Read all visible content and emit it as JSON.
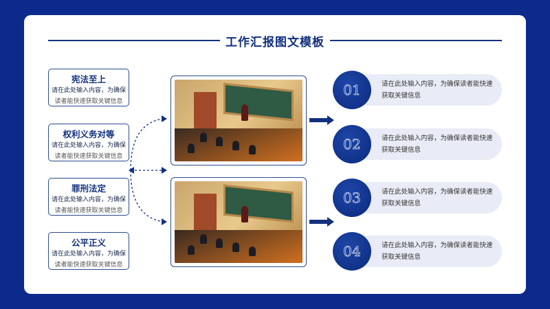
{
  "title": "工作汇报图文模板",
  "left_items": [
    {
      "heading": "宪法至上",
      "line1": "请在此处输入内容，为确保",
      "line2": "读者能快速获取关键信息"
    },
    {
      "heading": "权利义务对等",
      "line1": "请在此处输入内容，为确保",
      "line2": "读者能快速获取关键信息"
    },
    {
      "heading": "罪刑法定",
      "line1": "请在此处输入内容，为确保",
      "line2": "读者能快速获取关键信息"
    },
    {
      "heading": "公平正义",
      "line1": "请在此处输入内容，为确保",
      "line2": "读者能快速获取关键信息"
    }
  ],
  "right_items": [
    {
      "number": "01",
      "text": "请在此处输入内容，为确保读者能快速获取关键信息"
    },
    {
      "number": "02",
      "text": "请在此处输入内容，为确保读者能快速获取关键信息"
    },
    {
      "number": "03",
      "text": "请在此处输入内容，为确保读者能快速获取关键信息"
    },
    {
      "number": "04",
      "text": "请在此处输入内容，为确保读者能快速获取关键信息"
    }
  ],
  "colors": {
    "background": "#0b2a8c",
    "accent": "#13307e"
  }
}
